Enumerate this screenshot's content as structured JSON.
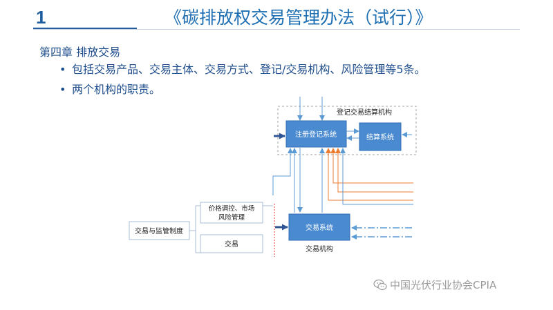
{
  "header": {
    "slide_number": "1",
    "title": "《碳排放权交易管理办法（试行）》"
  },
  "content": {
    "chapter": "第四章  排放交易",
    "bullets": [
      "包括交易产品、交易主体、交易方式、登记/交易机构、风险管理等5条。",
      "两个机构的职责。"
    ]
  },
  "diagram": {
    "registry_org_label": "登记交易结算机构",
    "registry_system": "注册登记系统",
    "settlement_system": "结算系统",
    "trading_system": "交易系统",
    "trading_org_label": "交易机构",
    "regulation": "交易与监管制度",
    "price_control_line1": "价格调控、市场",
    "price_control_line2": "风险管理",
    "trading": "交易",
    "colors": {
      "box_fill": "#4a8ad0",
      "box_stroke": "#2f6eb4",
      "arrow_blue": "#5b9bd5",
      "arrow_orange": "#ed7d31",
      "dash_red": "#e03030",
      "dash_gray": "#a0a0a0"
    }
  },
  "watermark": {
    "text": "中国光伏行业协会CPIA",
    "icon": "wechat-icon"
  }
}
